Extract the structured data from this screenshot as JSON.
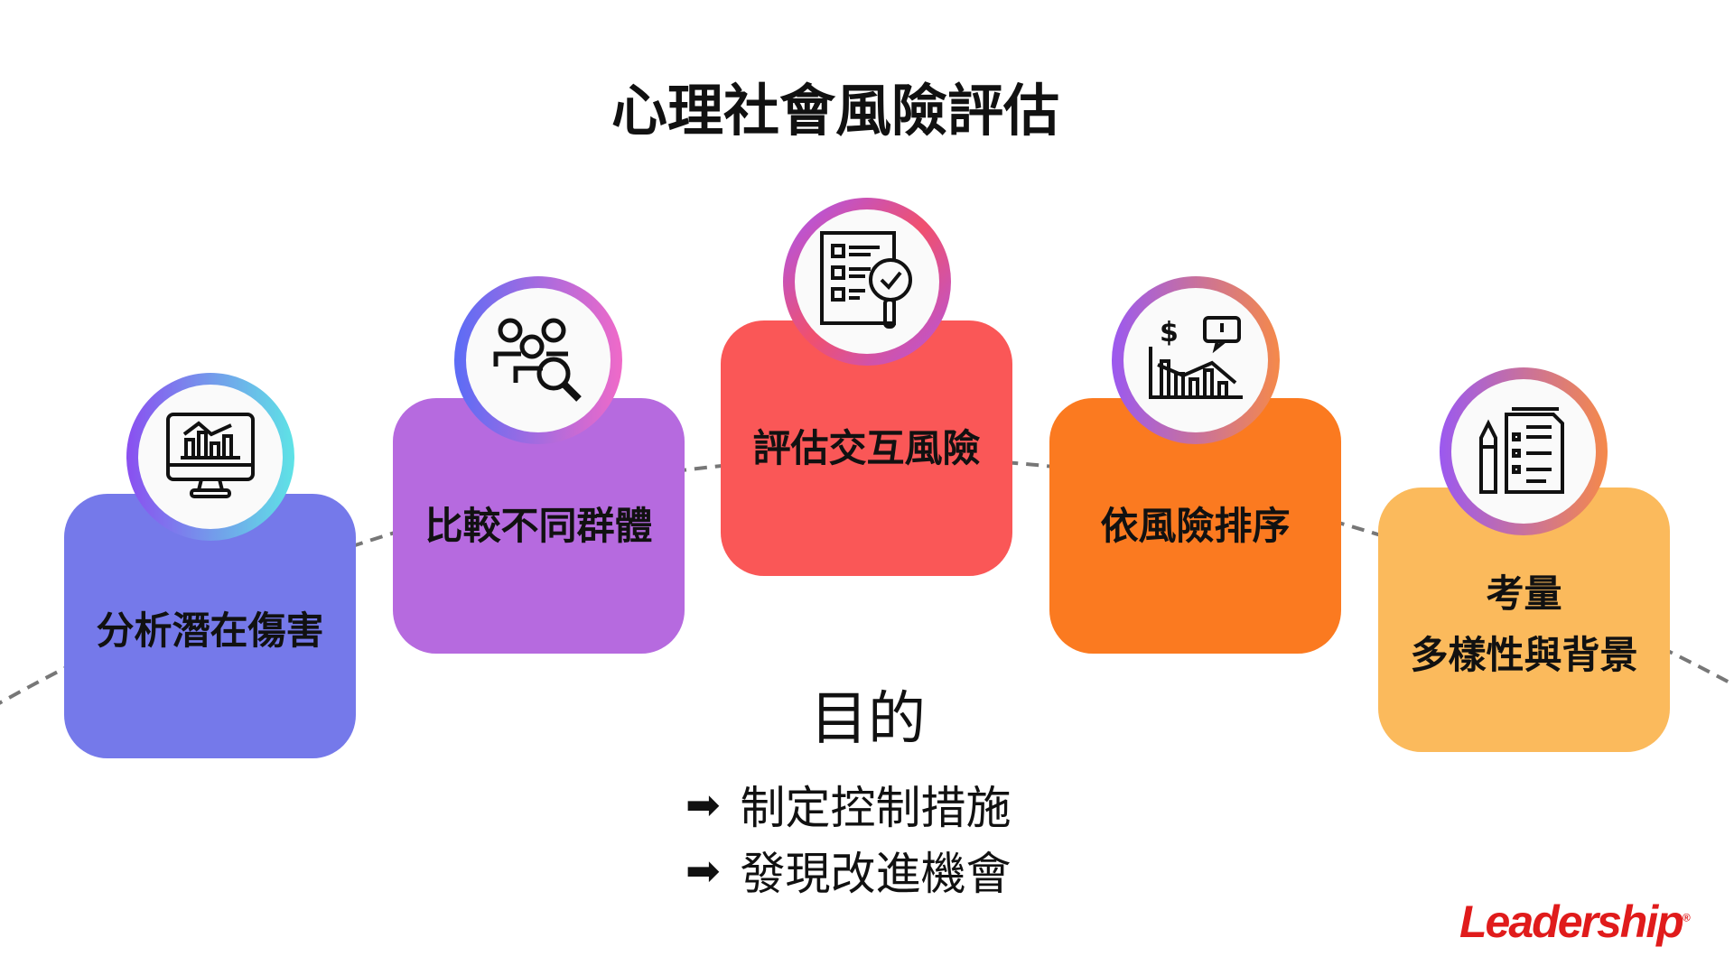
{
  "title": "心理社會風險評估",
  "steps": [
    {
      "label": "分析潛在傷害",
      "icon": "monitor-chart-icon",
      "color": "#7579EA"
    },
    {
      "label": "比較不同群體",
      "icon": "group-search-icon",
      "color": "#B66ADF"
    },
    {
      "label": "評估交互風險",
      "icon": "checklist-magnifier-icon",
      "color": "#FA5757"
    },
    {
      "label": "依風險排序",
      "icon": "finance-chart-icon",
      "color": "#FB7A20"
    },
    {
      "label_line1": "考量",
      "label_line2": "多樣性與背景",
      "icon": "document-pencil-icon",
      "color": "#FBBA5C"
    }
  ],
  "purpose": {
    "heading": "目的",
    "items": [
      {
        "arrow": "➡",
        "text": "制定控制措施"
      },
      {
        "arrow": "➡",
        "text": "發現改進機會"
      }
    ]
  },
  "logo": {
    "text": "Leadership",
    "mark": "®",
    "color": "#E01B1B"
  }
}
